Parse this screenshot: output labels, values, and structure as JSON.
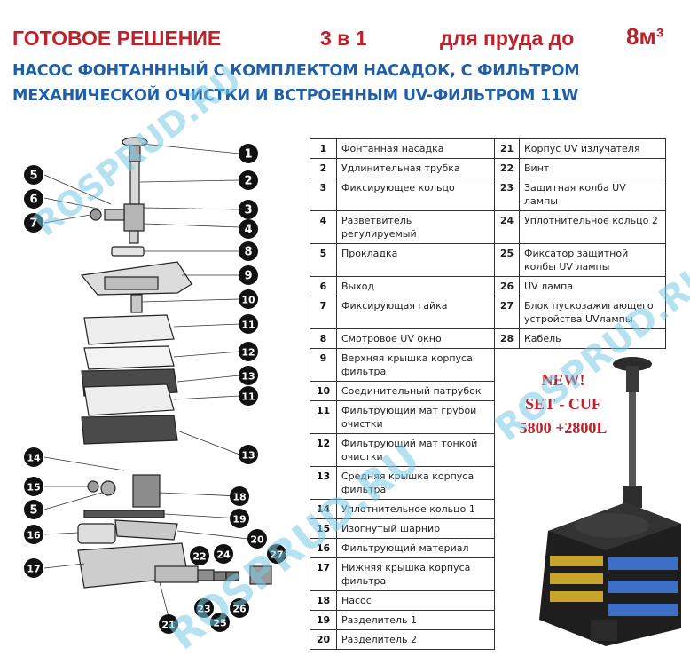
{
  "header": {
    "line1_part1": "ГОТОВОЕ РЕШЕНИЕ",
    "line1_part2": "3 в 1",
    "line1_part3": "для пруда до",
    "line1_volume": "8м³",
    "line2": "НАСОС ФОНТАНННЫЙ С КОМПЛЕКТОМ НАСАДОК,   С ФИЛЬТРОМ",
    "line3": "МЕХАНИЧЕСКОЙ ОЧИСТКИ  И  ВСТРОЕННЫМ UV-ФИЛЬТРОМ 11W"
  },
  "parts_left": [
    {
      "num": "1",
      "label": "Фонтанная насадка"
    },
    {
      "num": "2",
      "label": "Удлинительная трубка"
    },
    {
      "num": "3",
      "label": "Фиксирующее кольцо"
    },
    {
      "num": "4",
      "label": "Разветвитель регулируемый"
    },
    {
      "num": "5",
      "label": "Прокладка"
    },
    {
      "num": "6",
      "label": "Выход"
    },
    {
      "num": "7",
      "label": "Фиксирующая гайка"
    },
    {
      "num": "8",
      "label": "Смотровое UV окно"
    },
    {
      "num": "9",
      "label": "Верхняя крышка корпуса фильтра"
    },
    {
      "num": "10",
      "label": "Соединительный патрубок"
    },
    {
      "num": "11",
      "label": "Фильтрующий мат грубой очистки"
    },
    {
      "num": "12",
      "label": "Фильтрующий мат тонкой очистки"
    },
    {
      "num": "13",
      "label": "Средняя крышка корпуса фильтра"
    },
    {
      "num": "14",
      "label": "Уплотнительное кольцо 1"
    },
    {
      "num": "15",
      "label": "Изогнутый шарнир"
    },
    {
      "num": "16",
      "label": "Фильтрующий материал"
    },
    {
      "num": "17",
      "label": "Нижняя крышка корпуса фильтра"
    },
    {
      "num": "18",
      "label": "Насос"
    },
    {
      "num": "19",
      "label": "Разделитель 1"
    },
    {
      "num": "20",
      "label": "Разделитель 2"
    }
  ],
  "parts_right": [
    {
      "num": "21",
      "label": "Корпус UV излучателя"
    },
    {
      "num": "22",
      "label": "Винт"
    },
    {
      "num": "23",
      "label": "Защитная колба UV лампы"
    },
    {
      "num": "24",
      "label": "Уплотнительное кольцо 2"
    },
    {
      "num": "25",
      "label": "Фиксатор защитной колбы UV лампы"
    },
    {
      "num": "26",
      "label": "UV лампа"
    },
    {
      "num": "27",
      "label": "Блок пускозажигающего устройства UVлампы"
    },
    {
      "num": "28",
      "label": "Кабель"
    }
  ],
  "badge": {
    "line1": "NEW!",
    "line2": "SET - CUF",
    "line3": "5800 +2800L",
    "color_new": "#c0202a",
    "color_model": "#c0202a"
  },
  "watermark": "ROSPRUD.RU",
  "colors": {
    "header_red": "#c0202a",
    "header_blue": "#1f5fa8",
    "watermark": "#7cc8e6"
  },
  "callouts": [
    "1",
    "2",
    "3",
    "4",
    "5",
    "6",
    "7",
    "8",
    "9",
    "10",
    "11",
    "12",
    "13",
    "11",
    "13",
    "14",
    "15",
    "5",
    "16",
    "17",
    "18",
    "19",
    "20",
    "21",
    "22",
    "23",
    "24",
    "25",
    "26",
    "27"
  ]
}
